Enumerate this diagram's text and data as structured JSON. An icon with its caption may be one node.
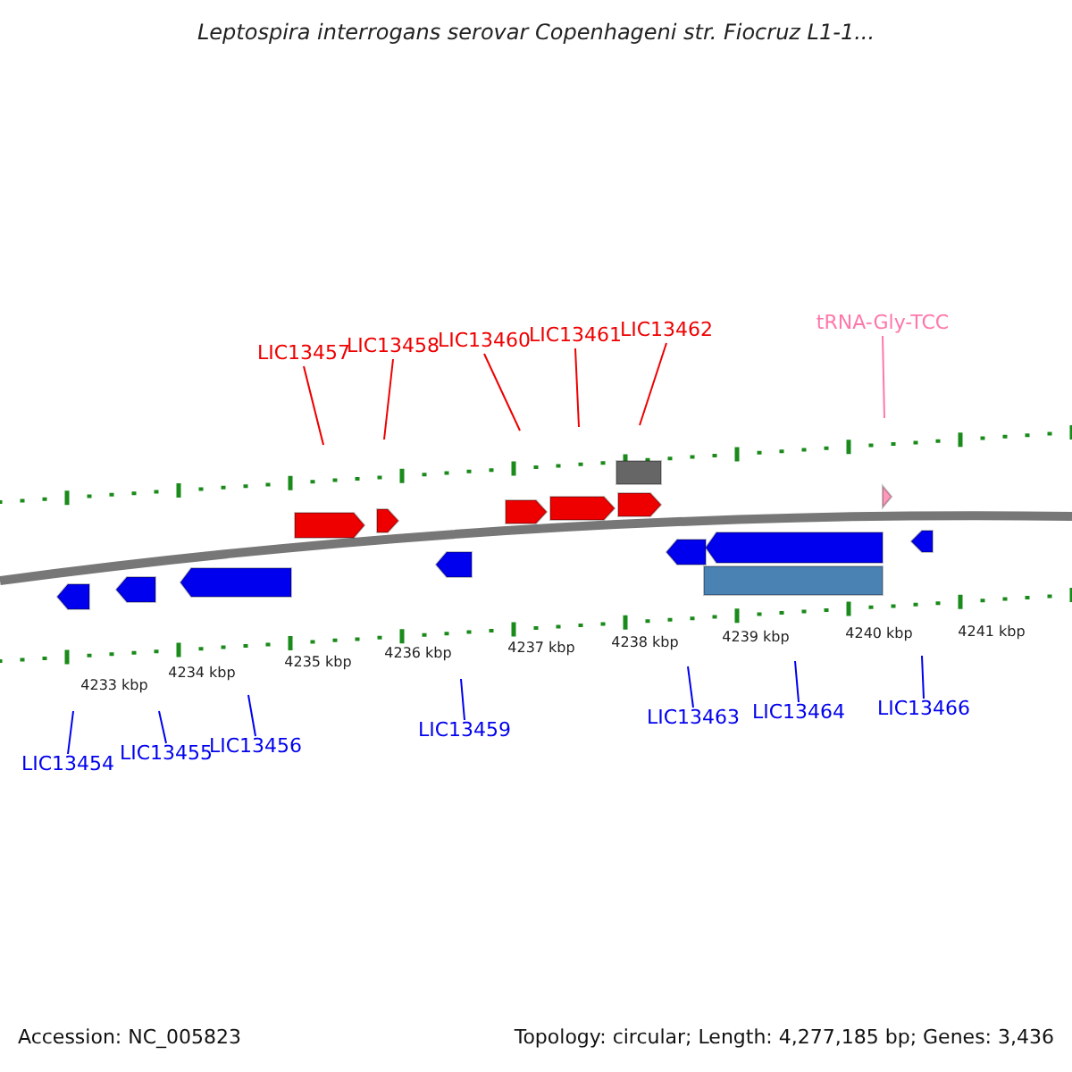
{
  "diagram": {
    "title": "Leptospira interrogans serovar Copenhageni str. Fiocruz L1-1...",
    "nodes": [
      {
        "text": [
          "LIC13457"
        ]
      },
      {
        "text": [
          "LIC13458"
        ]
      },
      {
        "text": [
          "LIC13460"
        ]
      },
      {
        "text": [
          "LIC13461"
        ]
      },
      {
        "text": [
          "LIC13462"
        ]
      },
      {
        "text": [
          "tRNA-Gly-TCC"
        ]
      },
      {
        "text": [
          "LIC13454"
        ]
      },
      {
        "text": [
          "LIC13455"
        ]
      },
      {
        "text": [
          "LIC13456"
        ]
      },
      {
        "text": [
          "LIC13459"
        ]
      },
      {
        "text": [
          "LIC13463"
        ]
      },
      {
        "text": [
          "LIC13464"
        ]
      },
      {
        "text": [
          "LIC13466"
        ]
      }
    ],
    "edges": [
      {
        "from": 0,
        "to": null,
        "arrow": "none",
        "color": "#ee0000"
      },
      {
        "from": 1,
        "to": null,
        "arrow": "none",
        "color": "#ee0000"
      },
      {
        "from": 2,
        "to": null,
        "arrow": "none",
        "color": "#ee0000"
      },
      {
        "from": 3,
        "to": null,
        "arrow": "none",
        "color": "#ee0000"
      },
      {
        "from": 4,
        "to": null,
        "arrow": "none",
        "color": "#ee0000"
      },
      {
        "from": 5,
        "to": null,
        "arrow": "none",
        "color": "#ff77aa"
      },
      {
        "from": 6,
        "to": null,
        "arrow": "none"
      },
      {
        "from": 7,
        "to": null,
        "arrow": "none"
      },
      {
        "from": 8,
        "to": null,
        "arrow": "none"
      },
      {
        "from": 9,
        "to": null,
        "arrow": "none"
      },
      {
        "from": 10,
        "to": null,
        "arrow": "none"
      },
      {
        "from": 11,
        "to": null,
        "arrow": "none"
      },
      {
        "from": 12,
        "to": null,
        "arrow": "none"
      }
    ],
    "labels": [
      "4233 kbp",
      "4234 kbp",
      "4235 kbp",
      "4236 kbp",
      "4237 kbp",
      "4238 kbp",
      "4239 kbp",
      "4240 kbp",
      "4241 kbp",
      "Accession: NC_005823",
      "Topology: circular; Length: 4,277,185 bp; Genes: 3,436"
    ]
  }
}
